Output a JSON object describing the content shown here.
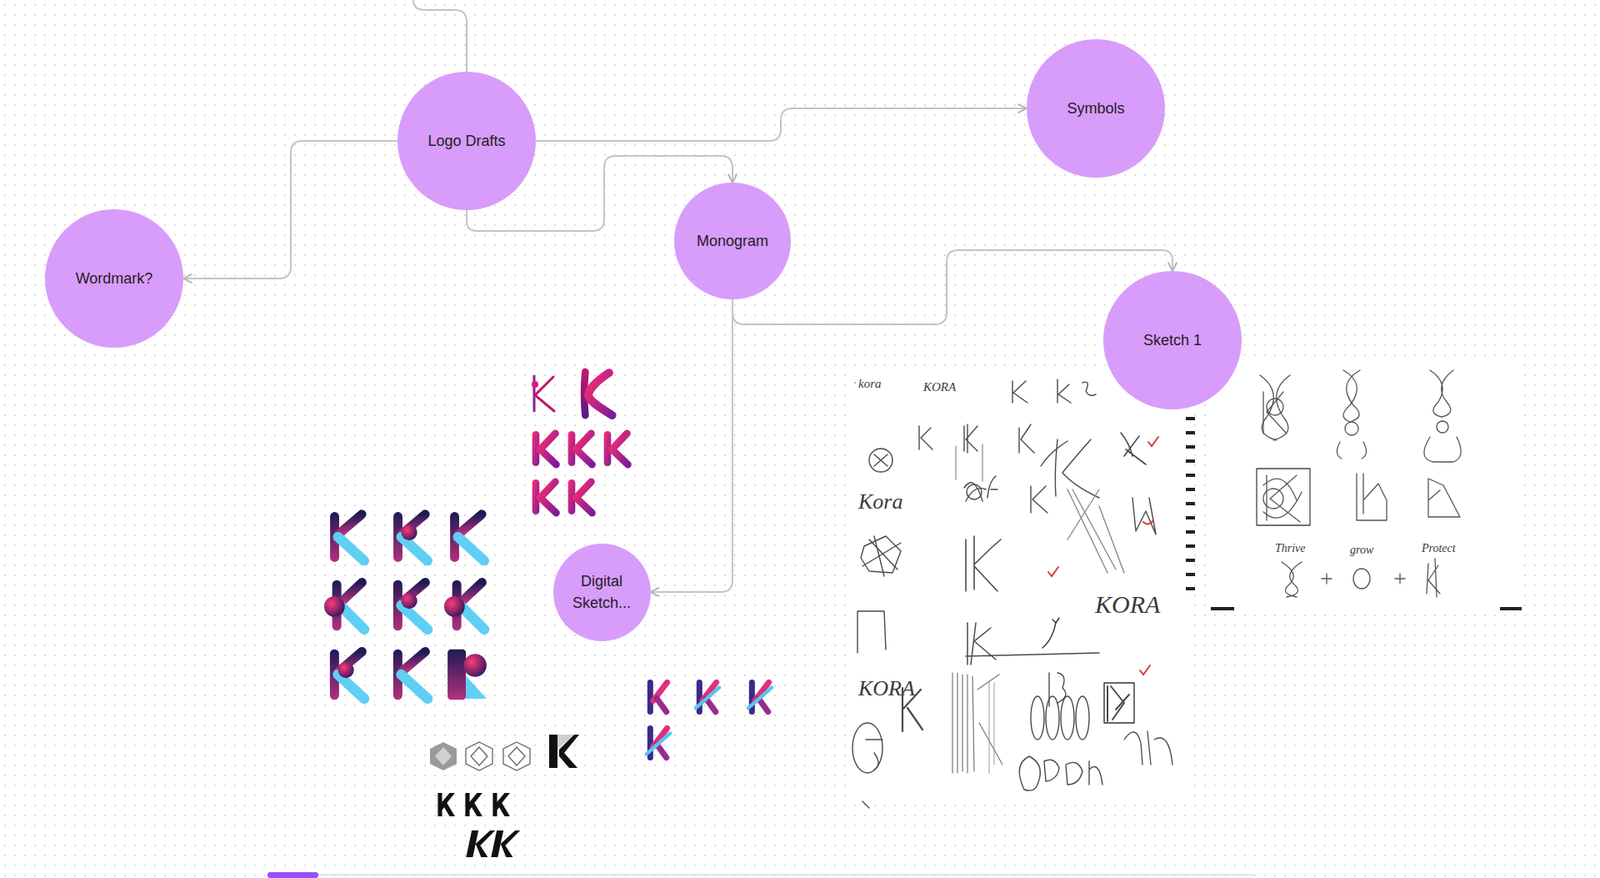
{
  "diagram": {
    "nodes": [
      {
        "text": [
          "Logo Drafts"
        ]
      },
      {
        "text": [
          "Symbols"
        ]
      },
      {
        "text": [
          "Monogram"
        ]
      },
      {
        "text": [
          "Wordmark?"
        ]
      },
      {
        "text": [
          "Sketch 1"
        ]
      },
      {
        "text": [
          "Digital Sketch..."
        ]
      }
    ],
    "edges": [
      {
        "from": 0,
        "to": 1,
        "arrow": "to"
      },
      {
        "from": 0,
        "to": 2,
        "arrow": "to"
      },
      {
        "from": 0,
        "to": 3,
        "arrow": "to"
      },
      {
        "from": 2,
        "to": 4,
        "arrow": "to"
      },
      {
        "from": 2,
        "to": 5,
        "arrow": "to"
      }
    ],
    "labels": [
      "kora",
      "KORA",
      "Kora",
      "KORA",
      "KORA",
      "Thrive",
      "grow",
      "Protect"
    ]
  }
}
